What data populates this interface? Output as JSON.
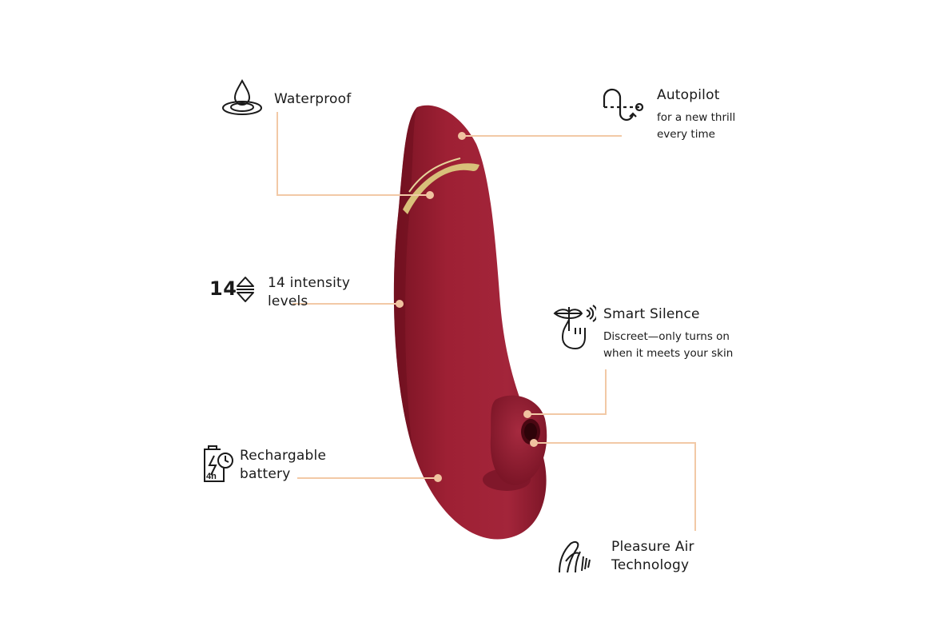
{
  "features": {
    "waterproof": {
      "title": "Waterproof",
      "icon": "water-drop-icon"
    },
    "autopilot": {
      "title": "Autopilot",
      "subtitle_line1": "for a new thrill",
      "subtitle_line2": "every time",
      "icon": "autopilot-path-icon"
    },
    "intensity": {
      "badge_number": "14",
      "title_line1": "14 intensity",
      "title_line2": "levels",
      "icon": "up-down-arrows-icon"
    },
    "smart_silence": {
      "title": "Smart Silence",
      "subtitle_line1": "Discreet—only turns on",
      "subtitle_line2": "when it meets your skin",
      "icon": "smart-silence-icon"
    },
    "battery": {
      "title_line1": "Rechargable",
      "title_line2": "battery",
      "icon": "battery-clock-icon",
      "icon_label": "4h"
    },
    "pleasure_air": {
      "title_line1": "Pleasure Air",
      "title_line2": "Technology",
      "icon": "air-wave-icon"
    }
  },
  "colors": {
    "product": "#9a1c2f",
    "product_dark": "#6f0f20",
    "gold_band": "#d9c27a",
    "callout_line": "#f2c9a6",
    "callout_dot": "#f0c3a0"
  }
}
